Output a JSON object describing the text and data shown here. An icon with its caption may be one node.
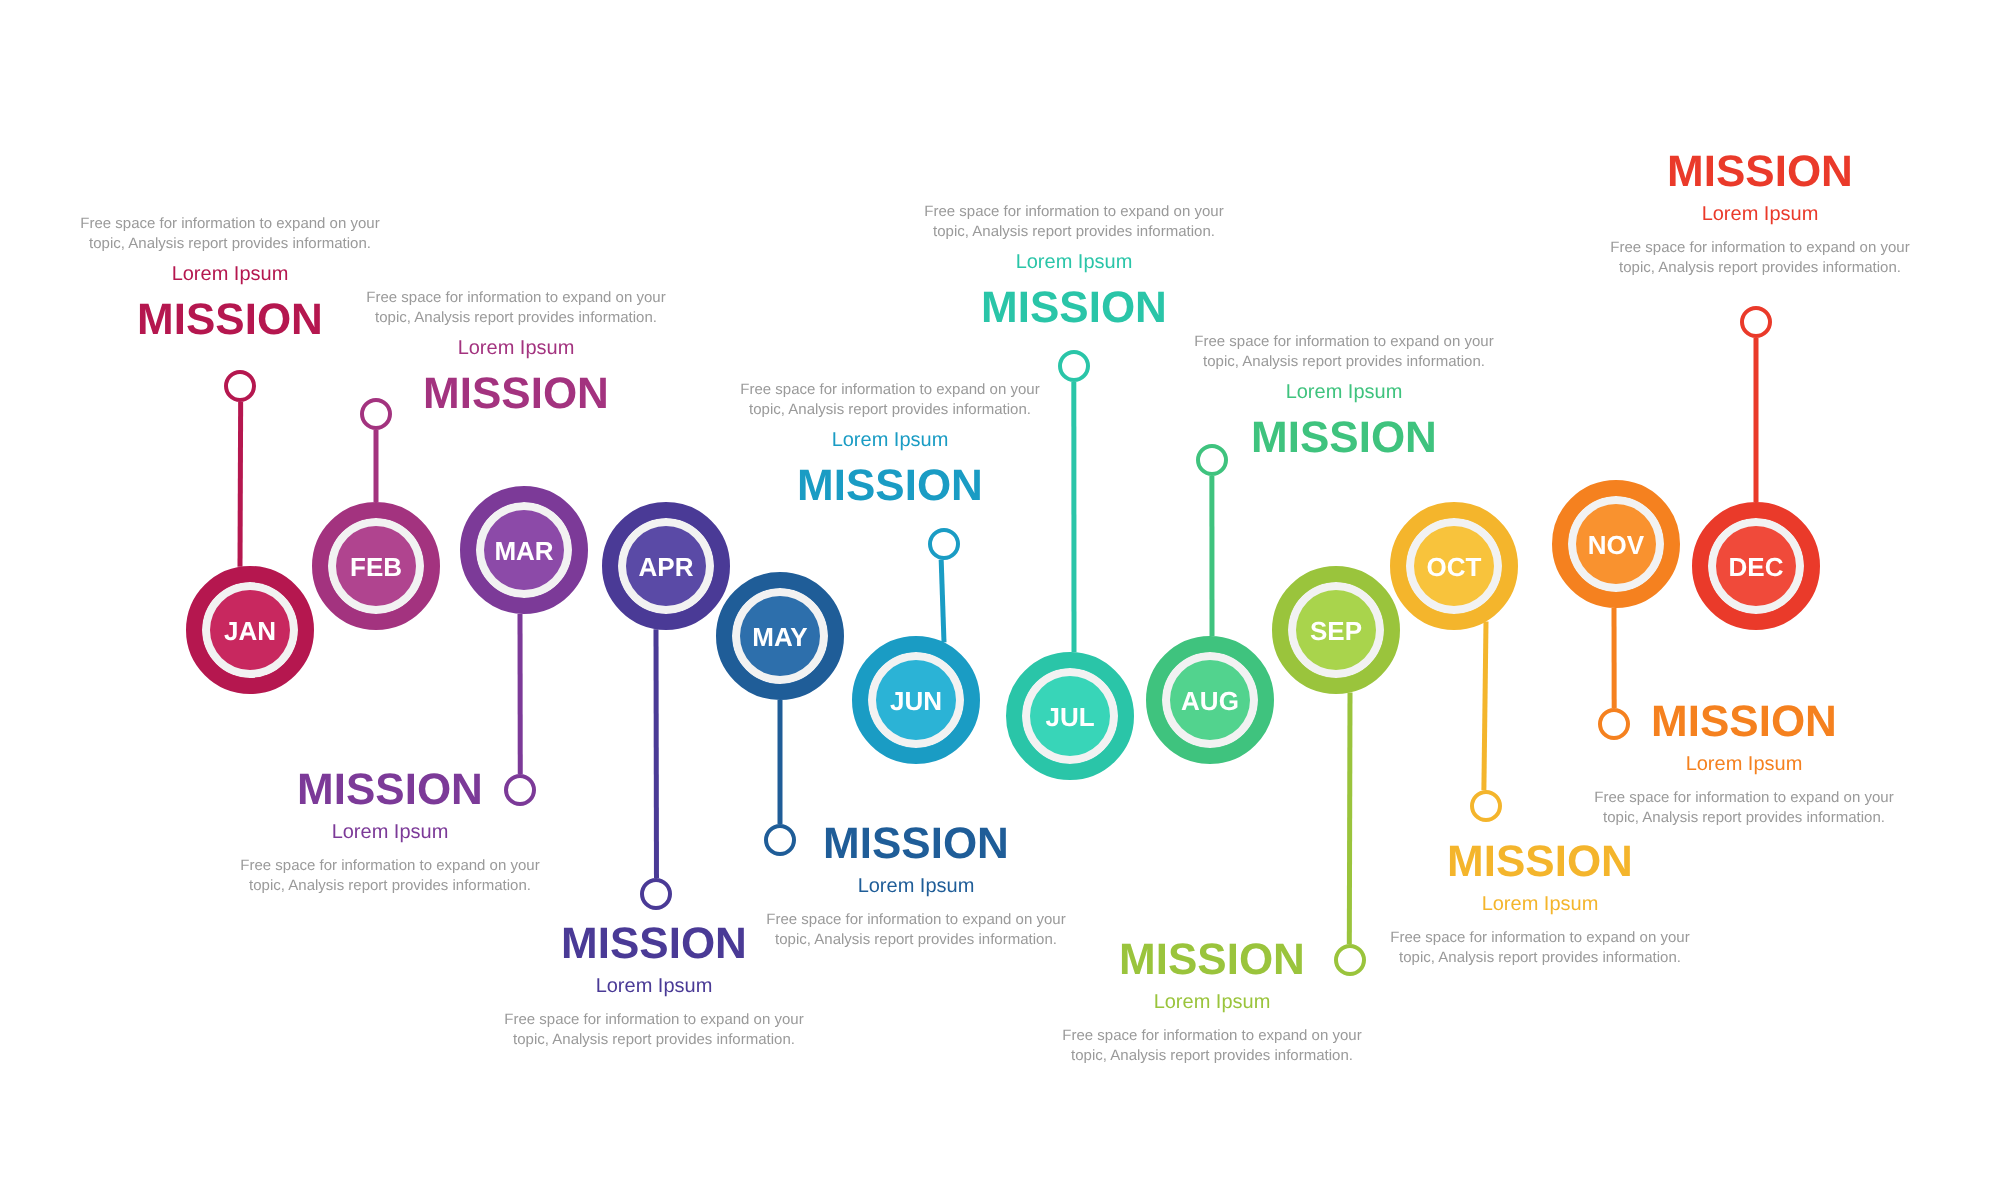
{
  "diagram": {
    "nodes": [
      {
        "text": [
          "JAN"
        ]
      },
      {
        "text": [
          "FEB"
        ]
      },
      {
        "text": [
          "MAR"
        ]
      },
      {
        "text": [
          "APR"
        ]
      },
      {
        "text": [
          "MAY"
        ]
      },
      {
        "text": [
          "JUN"
        ]
      },
      {
        "text": [
          "JUL"
        ]
      },
      {
        "text": [
          "AUG"
        ]
      },
      {
        "text": [
          "SEP"
        ]
      },
      {
        "text": [
          "OCT"
        ]
      },
      {
        "text": [
          "NOV"
        ]
      },
      {
        "text": [
          "DEC"
        ]
      },
      {
        "text": [],
        "shape": "circle",
        "beside": [
          "Free space for information to expand on your topic, Analysis report provides information.",
          "Lorem Ipsum",
          "MISSION"
        ]
      },
      {
        "text": [],
        "shape": "circle",
        "beside": [
          "Free space for information to expand on your topic, Analysis report provides information.",
          "Lorem Ipsum",
          "MISSION"
        ]
      },
      {
        "text": [],
        "shape": "circle",
        "beside": [
          "MISSION",
          "Lorem Ipsum",
          "Free space for information to expand on your topic, Analysis report provides information."
        ]
      },
      {
        "text": [],
        "shape": "circle",
        "beside": [
          "MISSION",
          "Lorem Ipsum",
          "Free space for information to expand on your topic, Analysis report provides information."
        ]
      },
      {
        "text": [],
        "shape": "circle",
        "beside": [
          "MISSION",
          "Lorem Ipsum",
          "Free space for information to expand on your topic, Analysis report provides information."
        ]
      },
      {
        "text": [],
        "shape": "circle",
        "beside": [
          "Free space for information to expand on your topic, Analysis report provides information.",
          "Lorem Ipsum",
          "MISSION"
        ]
      },
      {
        "text": [],
        "shape": "circle",
        "beside": [
          "Free space for information to expand on your topic, Analysis report provides information.",
          "Lorem Ipsum",
          "MISSION"
        ]
      },
      {
        "text": [],
        "shape": "circle",
        "beside": [
          "Free space for information to expand on your topic, Analysis report provides information.",
          "Lorem Ipsum",
          "MISSION"
        ]
      },
      {
        "text": [],
        "shape": "circle",
        "beside": [
          "MISSION",
          "Lorem Ipsum",
          "Free space for information to expand on your topic, Analysis report provides information."
        ]
      },
      {
        "text": [],
        "shape": "circle",
        "beside": [
          "MISSION",
          "Lorem Ipsum",
          "Free space for information to expand on your topic, Analysis report provides information."
        ]
      },
      {
        "text": [],
        "shape": "circle",
        "beside": [
          "MISSION",
          "Lorem Ipsum",
          "Free space for information to expand on your topic, Analysis report provides information."
        ]
      },
      {
        "text": [],
        "shape": "circle",
        "beside": [
          "MISSION",
          "Lorem Ipsum",
          "Free space for information to expand on your topic, Analysis report provides information."
        ]
      }
    ],
    "edges": [
      {
        "from": 0,
        "to": 12,
        "arrow": "none",
        "color": "#b5174f"
      },
      {
        "from": 1,
        "to": 13,
        "arrow": "none",
        "color": "#a3337f"
      },
      {
        "from": 2,
        "to": 14,
        "arrow": "none",
        "color": "#7c3a98"
      },
      {
        "from": 3,
        "to": 15,
        "arrow": "none",
        "color": "#4a3a96"
      },
      {
        "from": 4,
        "to": 16,
        "arrow": "none",
        "color": "#1f5d98"
      },
      {
        "from": 5,
        "to": 17,
        "arrow": "none",
        "color": "#1a9cc4"
      },
      {
        "from": 6,
        "to": 18,
        "arrow": "none",
        "color": "#2ac5a8"
      },
      {
        "from": 7,
        "to": 19,
        "arrow": "none",
        "color": "#3fc37e"
      },
      {
        "from": 8,
        "to": 20,
        "arrow": "none",
        "color": "#9ac43c"
      },
      {
        "from": 9,
        "to": 21,
        "arrow": "none",
        "color": "#f4b52c"
      },
      {
        "from": 10,
        "to": 22,
        "arrow": "none",
        "color": "#f5811f"
      },
      {
        "from": 11,
        "to": 23,
        "arrow": "none",
        "color": "#ea3a2a"
      }
    ]
  }
}
